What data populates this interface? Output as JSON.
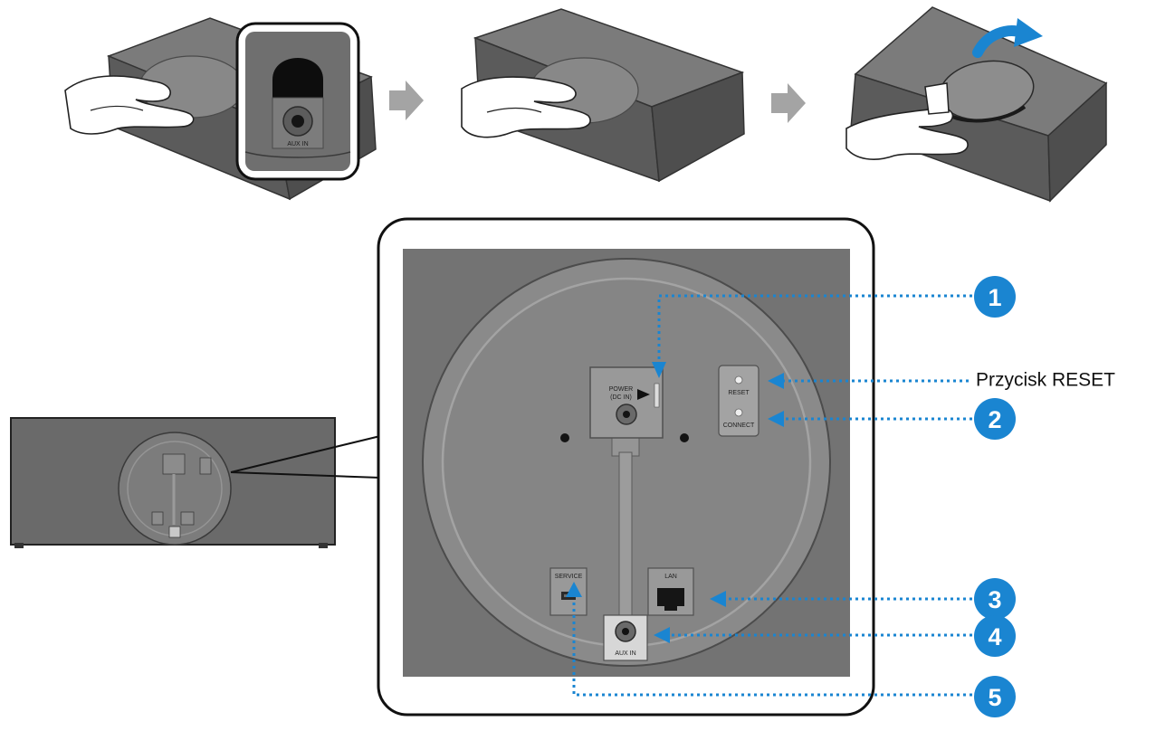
{
  "steps": {
    "step1_inset_label": "AUX IN"
  },
  "back_panel": {
    "power_label_line1": "POWER",
    "power_label_line2": "(DC IN)",
    "reset_label": "RESET",
    "connect_label": "CONNECT",
    "service_label": "SERVICE",
    "lan_label": "LAN",
    "aux_label": "AUX IN"
  },
  "callouts": {
    "reset_button_label": "Przycisk RESET",
    "badges": [
      "1",
      "2",
      "3",
      "4",
      "5"
    ]
  },
  "colors": {
    "callout_blue": "#1a85d1",
    "panel_gray": "#737373",
    "ring_gray": "#8a8a8a",
    "arrow_gray": "#a4a4a4"
  }
}
